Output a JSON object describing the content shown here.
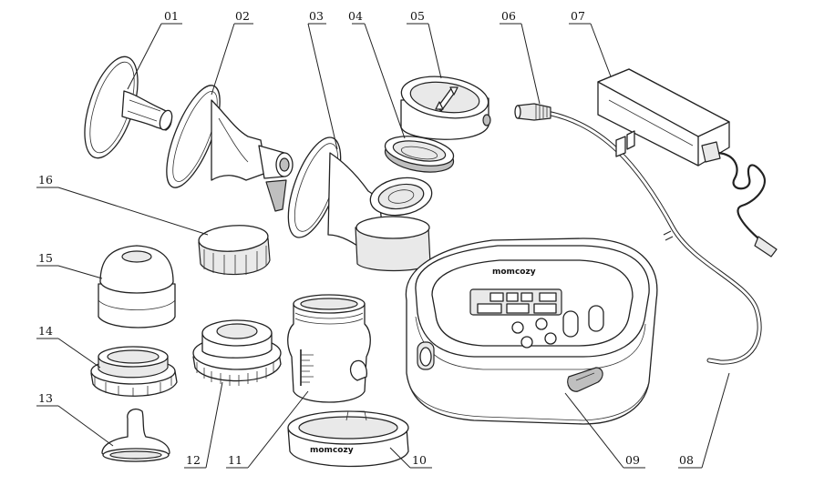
{
  "labels": [
    {
      "id": "01",
      "text": "01"
    },
    {
      "id": "02",
      "text": "02"
    },
    {
      "id": "03",
      "text": "03"
    },
    {
      "id": "04",
      "text": "04"
    },
    {
      "id": "05",
      "text": "05"
    },
    {
      "id": "06",
      "text": "06"
    },
    {
      "id": "07",
      "text": "07"
    },
    {
      "id": "08",
      "text": "08"
    },
    {
      "id": "09",
      "text": "09"
    },
    {
      "id": "10",
      "text": "10"
    },
    {
      "id": "11",
      "text": "11"
    },
    {
      "id": "12",
      "text": "12"
    },
    {
      "id": "13",
      "text": "13"
    },
    {
      "id": "14",
      "text": "14"
    },
    {
      "id": "15",
      "text": "15"
    },
    {
      "id": "16",
      "text": "16"
    }
  ],
  "brand": {
    "pump_logo": "momcozy",
    "collar_logo": "momcozy"
  }
}
